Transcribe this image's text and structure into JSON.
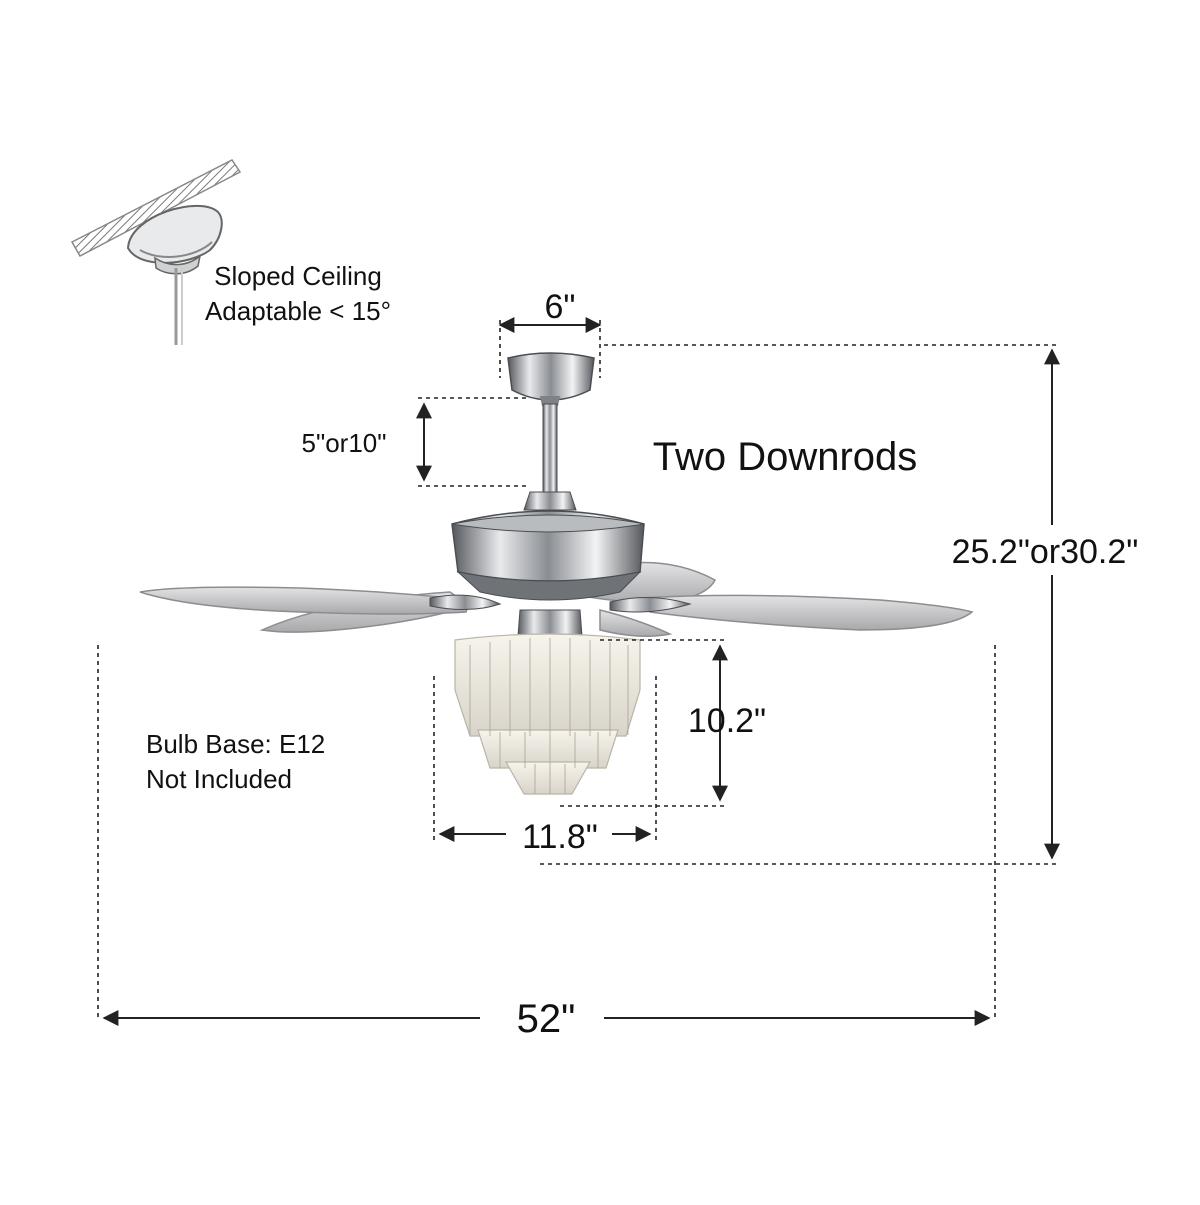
{
  "diagram": {
    "ceiling_note": {
      "line1": "Sloped Ceiling",
      "line2": "Adaptable < 15°"
    },
    "canopy_width": "6\"",
    "downrod_length": "5\"or10\"",
    "downrods_note": "Two Downrods",
    "total_height": "25.2\"or30.2\"",
    "light_kit_height": "10.2\"",
    "light_kit_width": "11.8\"",
    "blade_span": "52\"",
    "bulb_note": {
      "line1": "Bulb Base: E12",
      "line2": "Not Included"
    }
  },
  "colors": {
    "chrome_dark": "#5e6166",
    "chrome_light": "#e6e8ea",
    "blade": "#c9c9cb",
    "blade_edge": "#8d8d90",
    "crystal": "#f1eee6",
    "line": "#222222"
  }
}
